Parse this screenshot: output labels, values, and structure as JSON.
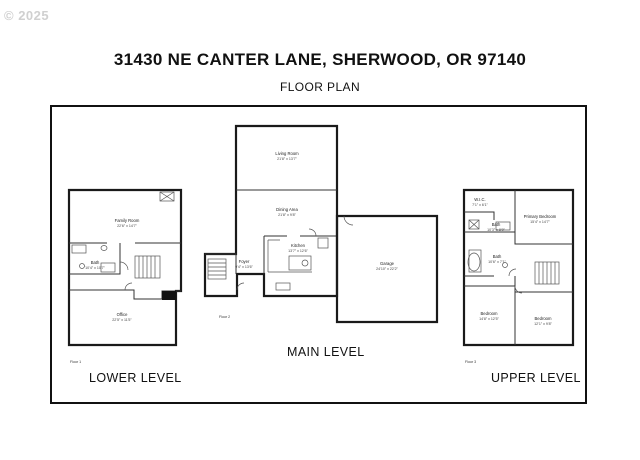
{
  "watermark": "© 2025",
  "address": "31430 NE CANTER LANE, SHERWOOD, OR 97140",
  "subtitle": "FLOOR PLAN",
  "levels": {
    "lower": "LOWER LEVEL",
    "main": "MAIN LEVEL",
    "upper": "UPPER LEVEL"
  },
  "floors": {
    "lower": "Floor 1",
    "main": "Floor 2",
    "upper": "Floor 3"
  },
  "rooms": {
    "family_room": {
      "name": "Family Room",
      "dims": "22'6\" x 14'7\""
    },
    "lower_bath": {
      "name": "Bath",
      "dims": "10'4\" x 10'7\""
    },
    "office": {
      "name": "Office",
      "dims": "22'5\" x 11'5\""
    },
    "living_room": {
      "name": "Living Room",
      "dims": "21'8\" x 13'7\""
    },
    "dining_area": {
      "name": "Dining Area",
      "dims": "21'8\" x 9'8\""
    },
    "kitchen": {
      "name": "Kitchen",
      "dims": "13'7\" x 12'6\""
    },
    "foyer": {
      "name": "Foyer",
      "dims": "9'4\" x 13'6\""
    },
    "garage": {
      "name": "Garage",
      "dims": "24'10\" x 22'2\""
    },
    "wic": {
      "name": "W.I.C.",
      "dims": "7'1\" x 6'1\""
    },
    "primary_bath": {
      "name": "Bath",
      "dims": "10'3\" x 8'9\""
    },
    "primary_bedroom": {
      "name": "Primary Bedroom",
      "dims": "15'4\" x 14'7\""
    },
    "upper_bath": {
      "name": "Bath",
      "dims": "10'6\" x 7'1\""
    },
    "bedroom_1": {
      "name": "Bedroom",
      "dims": "14'8\" x 12'5\""
    },
    "bedroom_2": {
      "name": "Bedroom",
      "dims": "12'1\" x 9'8\""
    }
  }
}
